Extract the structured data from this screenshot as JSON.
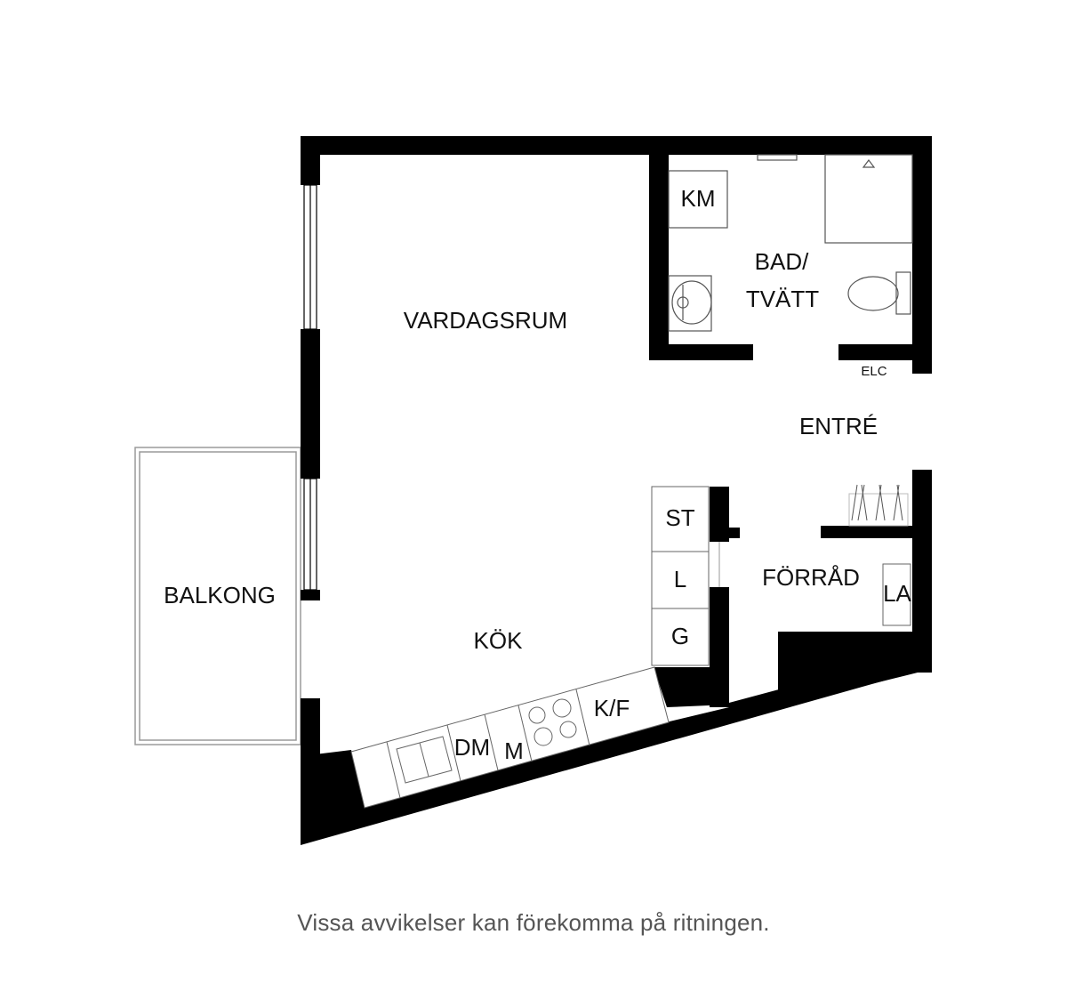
{
  "rooms": {
    "vardagsrum": "VARDAGSRUM",
    "bad_line1": "BAD/",
    "bad_line2": "TVÄTT",
    "entre": "ENTRÉ",
    "forrad": "FÖRRÅD",
    "kok": "KÖK",
    "balkong": "BALKONG"
  },
  "fixtures": {
    "km": "KM",
    "elc": "ELC",
    "st": "ST",
    "l": "L",
    "g": "G",
    "la": "LA",
    "dm": "DM",
    "m": "M",
    "kf": "K/F"
  },
  "footer": {
    "disclaimer": "Vissa avvikelser kan förekomma på ritningen."
  }
}
